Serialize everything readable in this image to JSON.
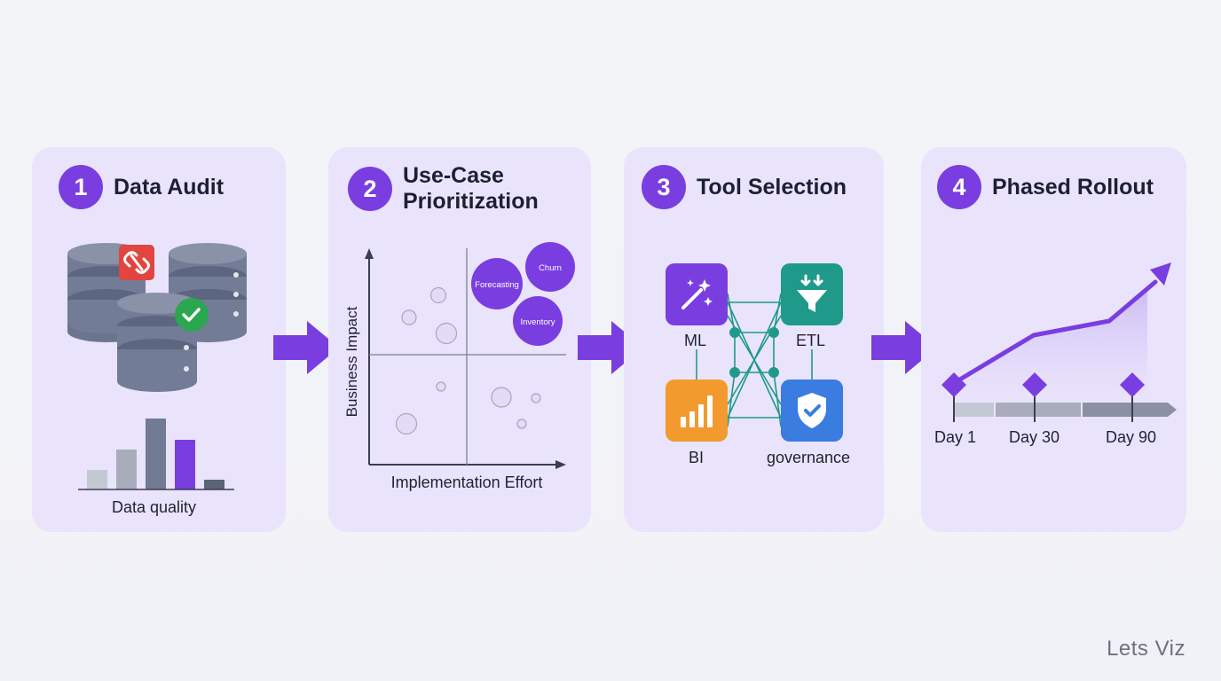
{
  "steps": [
    {
      "number": "1",
      "title": "Data Audit"
    },
    {
      "number": "2",
      "title": "Use-Case Prioritization"
    },
    {
      "number": "3",
      "title": "Tool Selection"
    },
    {
      "number": "4",
      "title": "Phased Rollout"
    }
  ],
  "audit": {
    "chart_label": "Data quality",
    "chart_data": {
      "type": "bar",
      "values": [
        22,
        45,
        80,
        56,
        11
      ],
      "colors": [
        "#c4c8d2",
        "#a9adbb",
        "#717b93",
        "#7a3ee0",
        "#5a6377"
      ]
    }
  },
  "prioritization": {
    "x_axis_label": "Implementation Effort",
    "y_axis_label": "Business Impact",
    "bubbles": [
      "Forecasting",
      "Churn",
      "Inventory"
    ]
  },
  "tools": {
    "items": [
      {
        "label": "ML",
        "icon": "magic-wand-icon",
        "color": "#7a3ee0"
      },
      {
        "label": "ETL",
        "icon": "funnel-icon",
        "color": "#1f9a8a"
      },
      {
        "label": "BI",
        "icon": "bar-chart-icon",
        "color": "#f29a2e"
      },
      {
        "label": "governance",
        "icon": "shield-check-icon",
        "color": "#3a7ce0"
      }
    ]
  },
  "rollout": {
    "milestones": [
      "Day 1",
      "Day 30",
      "Day 90"
    ]
  },
  "brand": "Lets Viz"
}
